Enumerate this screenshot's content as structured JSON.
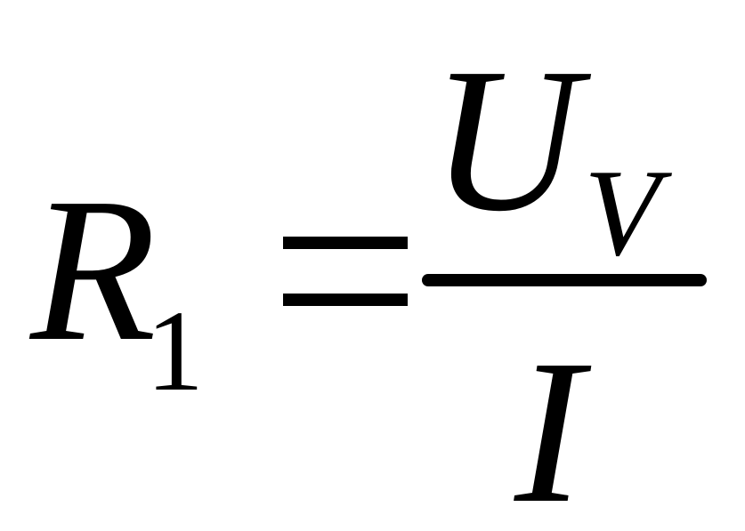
{
  "formula": {
    "lhs": {
      "symbol": "R",
      "subscript": "1"
    },
    "operator": "=",
    "numerator": {
      "symbol": "U",
      "subscript": "V"
    },
    "denominator": {
      "symbol": "I"
    }
  }
}
